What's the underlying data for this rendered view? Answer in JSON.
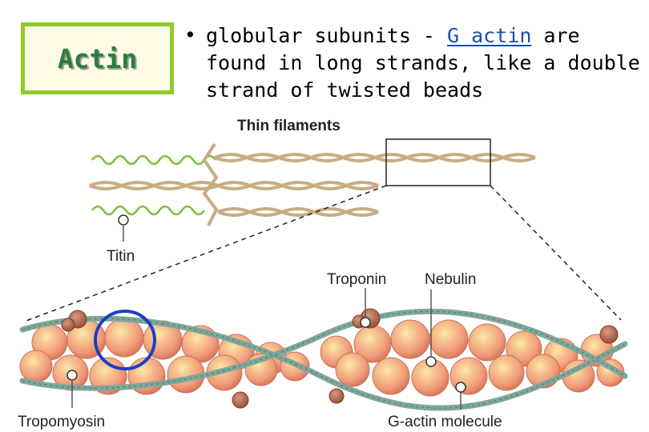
{
  "title": "Actin",
  "bullet": {
    "before_link": "globular subunits - ",
    "link_text": "G actin",
    "after_link": " are found in long strands, like a double strand of twisted beads"
  },
  "figure": {
    "heading": "Thin filaments",
    "labels": {
      "titin": "Titin",
      "troponin": "Troponin",
      "nebulin": "Nebulin",
      "tropomyosin": "Tropomyosin",
      "g_actin": "G-actin molecule"
    }
  },
  "colors": {
    "title_border": "#8fcb2a",
    "title_text": "#2a7f3a",
    "link": "#1a4fb0",
    "annotation_circle": "#1e3fbf",
    "titin_wave": "#7bbf3a",
    "filament": "#d2b892",
    "actin_bead": "#f2a382",
    "tropomyosin": "#7fa79a",
    "troponin": "#b4684a"
  }
}
